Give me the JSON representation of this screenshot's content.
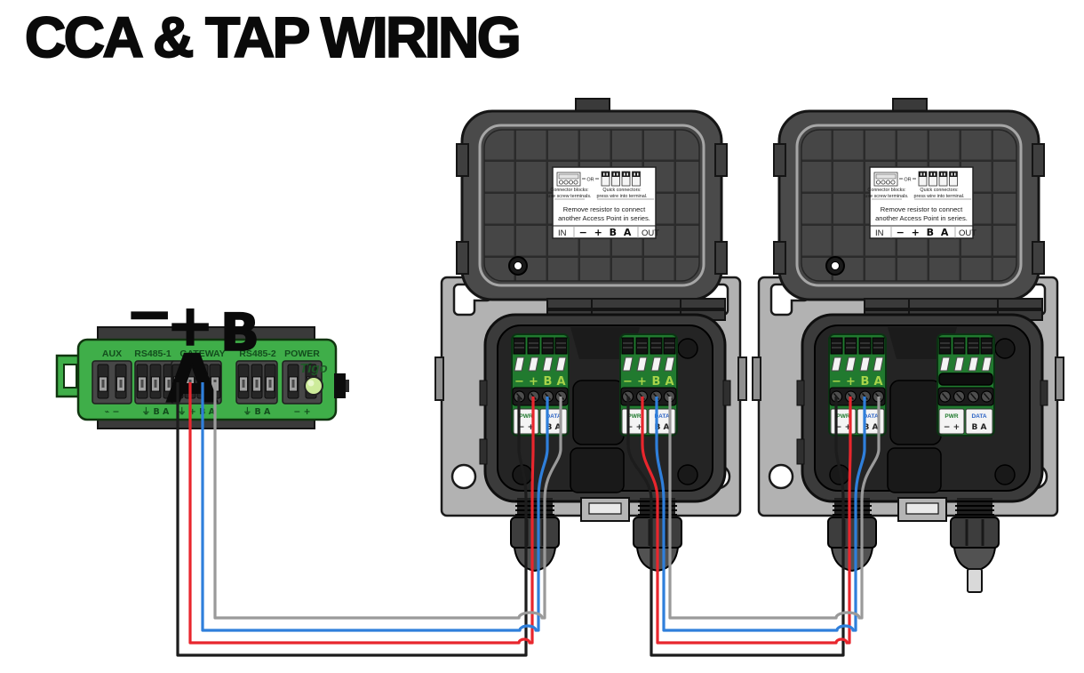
{
  "title": "CCA & TAP WIRING",
  "cca": {
    "brand": "Tigo",
    "ports": [
      "AUX",
      "RS485-1",
      "GATEWAY",
      "RS485-2",
      "POWER"
    ],
    "pin_rows": {
      "aux": "⌁ −",
      "rs485_1": "⏚ B A",
      "gateway": "⏚ + B A",
      "rs485_2": "⏚ B A",
      "power": "− +"
    },
    "gateway_pins": [
      "−",
      "+",
      "B",
      "A"
    ],
    "body_color": "#3fae49",
    "led_color": "#cdeb9a"
  },
  "tap": {
    "label": {
      "connector_blocks_title": "Connector blocks:",
      "connector_blocks_sub": "use screw terminals.",
      "or": "OR",
      "quick_connectors_title": "Quick connectors:",
      "quick_connectors_sub": "press wire into terminal.",
      "note_line1": "Remove resistor to connect",
      "note_line2": "another Access Point in series.",
      "in": "IN",
      "pins": "− + B A",
      "out": "OUT"
    },
    "pins": [
      "−",
      "+",
      "B",
      "A"
    ],
    "pwr": "PWR",
    "data": "DATA",
    "pwr_pins": "− +",
    "data_pins": "B A"
  },
  "wires": {
    "mapping": "− black, + red, B blue, A gray",
    "black": "#1c1c1c",
    "red": "#e8262d",
    "blue": "#2f7fdb",
    "gray": "#9a9a9a"
  }
}
